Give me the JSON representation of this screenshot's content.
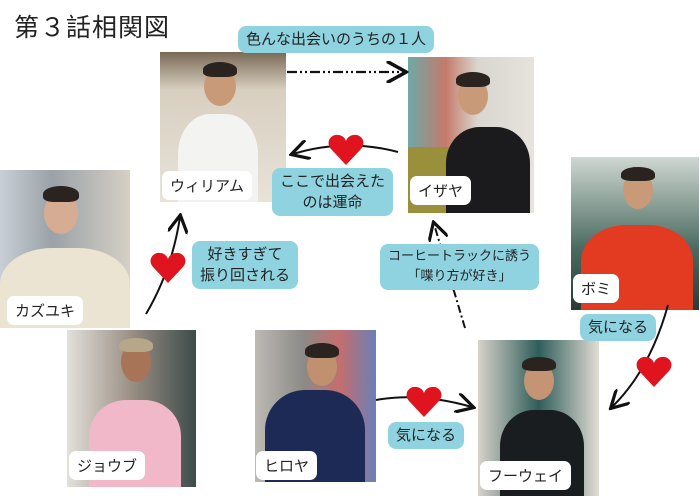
{
  "title": "第３話相関図",
  "characters": {
    "william": "ウィリアム",
    "izaya": "イザヤ",
    "kazuyuki": "カズユキ",
    "bomi": "ボミ",
    "joubu": "ジョウブ",
    "hiroya": "ヒロヤ",
    "fuwei": "フーウェイ"
  },
  "relations": {
    "william_to_izaya": "色んな出会いのうちの１人",
    "izaya_to_william_line1": "ここで出会えた",
    "izaya_to_william_line2": "のは運命",
    "kazuyuki_to_william_line1": "好きすぎて",
    "kazuyuki_to_william_line2": "振り回される",
    "fuwei_to_izaya_line1": "コーヒートラックに誘う",
    "fuwei_to_izaya_line2": "「喋り方が好き」",
    "bomi_to_fuwei": "気になる",
    "hiroya_to_fuwei": "気になる"
  },
  "colors": {
    "bubble": "#8fd3e0",
    "heart": "#e0141e"
  }
}
